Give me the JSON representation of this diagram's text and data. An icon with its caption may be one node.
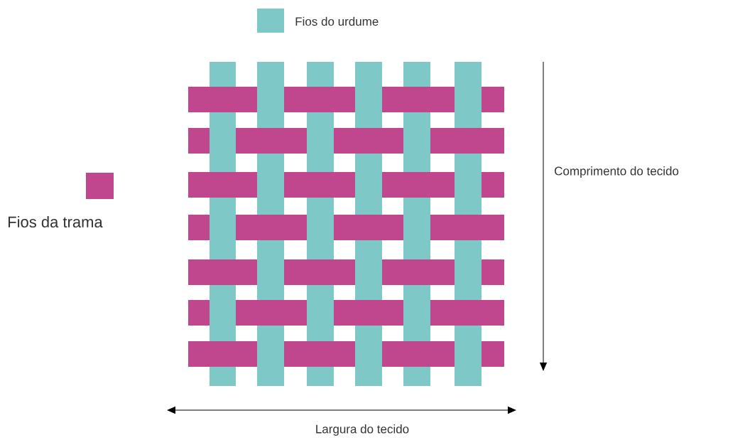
{
  "diagram": {
    "labels": [
      "Comprimento do tecido",
      "Largura do tecido"
    ],
    "legend": [
      {
        "text": "Fios do urdume",
        "color": "#7ec8c8"
      },
      {
        "text": "Fios da trama",
        "color": "#c0468e"
      }
    ]
  }
}
